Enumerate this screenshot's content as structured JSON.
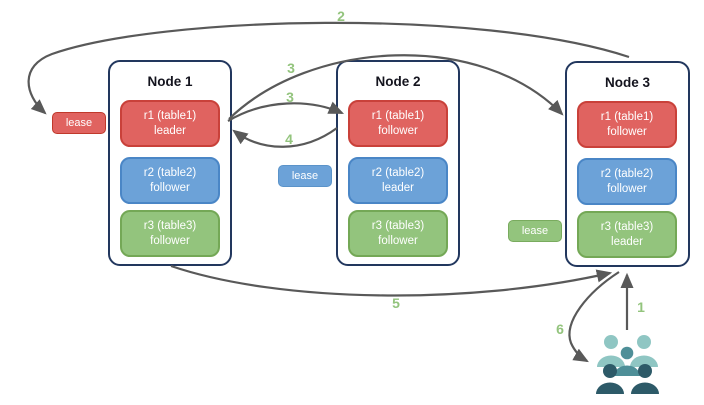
{
  "diagram_title": "range-lease-replication-diagram",
  "nodes": [
    {
      "title": "Node 1",
      "replicas": [
        {
          "range": "r1 (table1)",
          "role": "leader",
          "color": "#e06360"
        },
        {
          "range": "r2 (table2)",
          "role": "follower",
          "color": "#6ca2d8"
        },
        {
          "range": "r3 (table3)",
          "role": "follower",
          "color": "#93c47d"
        }
      ]
    },
    {
      "title": "Node 2",
      "replicas": [
        {
          "range": "r1 (table1)",
          "role": "follower",
          "color": "#e06360"
        },
        {
          "range": "r2 (table2)",
          "role": "leader",
          "color": "#6ca2d8"
        },
        {
          "range": "r3 (table3)",
          "role": "follower",
          "color": "#93c47d"
        }
      ]
    },
    {
      "title": "Node 3",
      "replicas": [
        {
          "range": "r1 (table1)",
          "role": "follower",
          "color": "#e06360"
        },
        {
          "range": "r2 (table2)",
          "role": "follower",
          "color": "#6ca2d8"
        },
        {
          "range": "r3 (table3)",
          "role": "leader",
          "color": "#93c47d"
        }
      ]
    }
  ],
  "leases": [
    {
      "label": "lease",
      "color": "#e06360"
    },
    {
      "label": "lease",
      "color": "#6ca2d8"
    },
    {
      "label": "lease",
      "color": "#93c47d"
    }
  ],
  "steps": [
    "2",
    "3",
    "3",
    "4",
    "5",
    "1",
    "6"
  ],
  "icons": {
    "users_icon": "group-of-five-users"
  },
  "colors": {
    "node_border": "#22375e",
    "arrow": "#595959",
    "step_label": "#93c47d",
    "users_light": "#8fc6c3",
    "users_medium": "#4e8f98",
    "users_dark": "#2d5a68"
  }
}
